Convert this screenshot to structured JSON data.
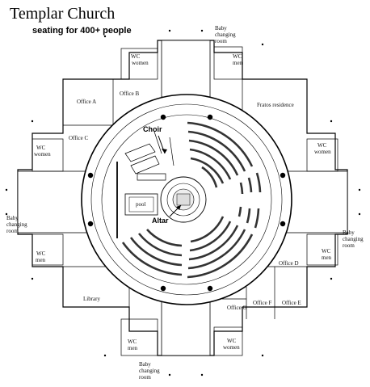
{
  "title": "Templar Church",
  "subtitle": "seating for 400+ people",
  "rooms": {
    "office_a": "Office A",
    "office_b": "Office B",
    "office_c": "Office C",
    "office_d": "Office D",
    "office_e": "Office E",
    "office_f": "Office F",
    "office_g": "Office G",
    "fratos": "Fratos residence",
    "library": "Library"
  },
  "wc": {
    "wc": "WC",
    "women": "women",
    "men": "men"
  },
  "baby": {
    "line1": "Baby",
    "line2": "changing",
    "line3": "room"
  },
  "features": {
    "choir": "Choir",
    "altar": "Altar",
    "pool": "pool"
  }
}
